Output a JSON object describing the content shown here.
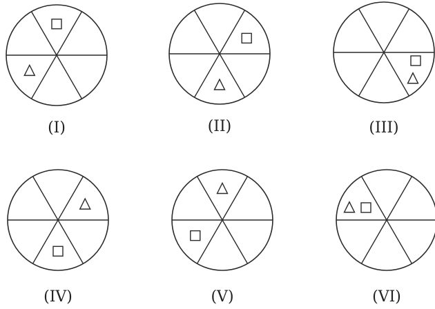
{
  "figures": [
    {
      "label": "(I)",
      "square": 5,
      "triangle": 3
    },
    {
      "label": "(II)",
      "square": 0,
      "triangle": 2
    },
    {
      "label": "(III)",
      "square": 0,
      "triangle": 0
    },
    {
      "label": "(IV)",
      "square": 2,
      "triangle": 0
    },
    {
      "label": "(V)",
      "square": 3,
      "triangle": 5
    },
    {
      "label": "(VI)",
      "square": 4,
      "triangle": 4
    }
  ],
  "colors": {
    "stroke": "#2a2a2a",
    "text": "#222222",
    "background": "#ffffff"
  }
}
